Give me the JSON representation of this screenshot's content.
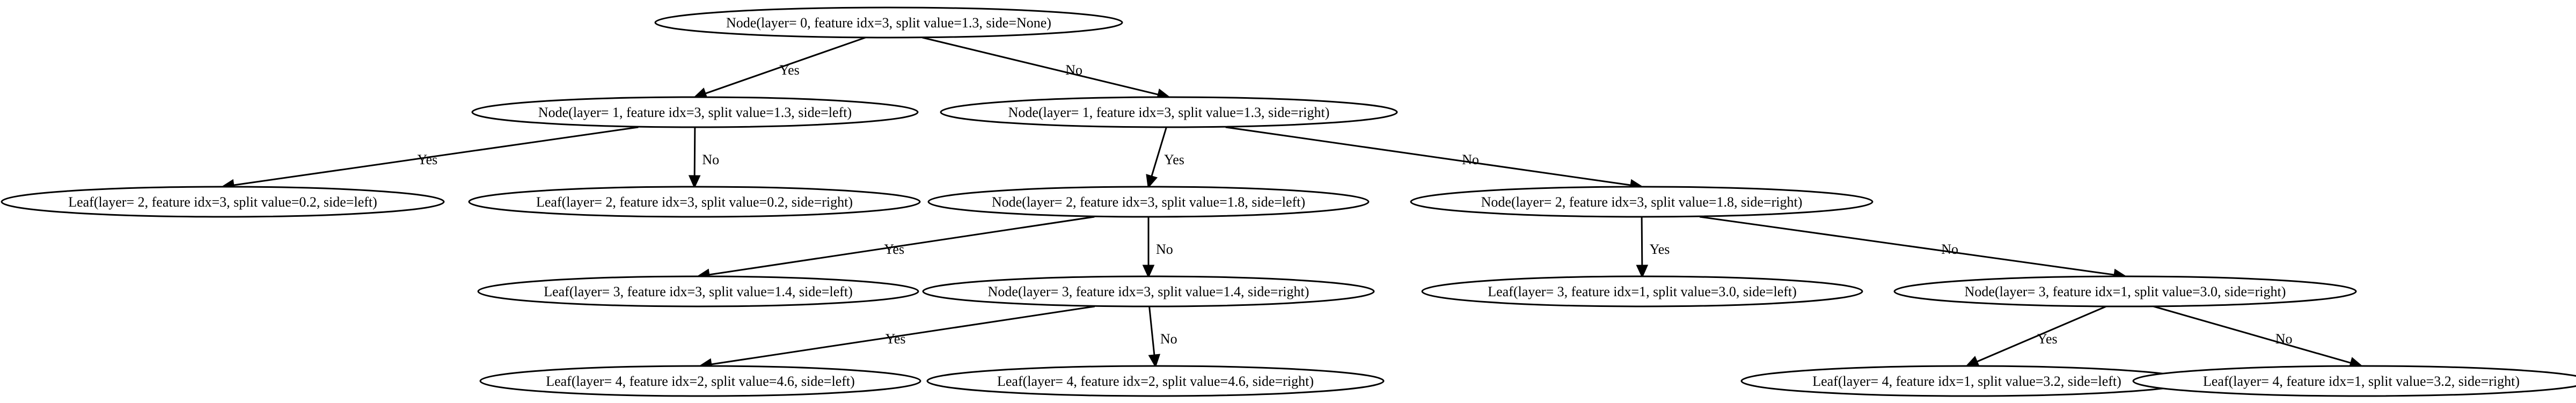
{
  "tree": {
    "nodes": [
      {
        "id": "n0",
        "label": "Node(layer= 0, feature idx=3, split value=1.3, side=None)"
      },
      {
        "id": "n1",
        "label": "Node(layer= 1, feature idx=3, split value=1.3, side=left)"
      },
      {
        "id": "n2",
        "label": "Node(layer= 1, feature idx=3, split value=1.3, side=right)"
      },
      {
        "id": "n3",
        "label": "Leaf(layer= 2, feature idx=3, split value=0.2, side=left)"
      },
      {
        "id": "n4",
        "label": "Leaf(layer= 2, feature idx=3, split value=0.2, side=right)"
      },
      {
        "id": "n5",
        "label": "Node(layer= 2, feature idx=3, split value=1.8, side=left)"
      },
      {
        "id": "n6",
        "label": "Node(layer= 2, feature idx=3, split value=1.8, side=right)"
      },
      {
        "id": "n7",
        "label": "Leaf(layer= 3, feature idx=3, split value=1.4, side=left)"
      },
      {
        "id": "n8",
        "label": "Node(layer= 3, feature idx=3, split value=1.4, side=right)"
      },
      {
        "id": "n9",
        "label": "Leaf(layer= 3, feature idx=1, split value=3.0, side=left)"
      },
      {
        "id": "n10",
        "label": "Node(layer= 3, feature idx=1, split value=3.0, side=right)"
      },
      {
        "id": "n11",
        "label": "Leaf(layer= 4, feature idx=2, split value=4.6, side=left)"
      },
      {
        "id": "n12",
        "label": "Leaf(layer= 4, feature idx=2, split value=4.6, side=right)"
      },
      {
        "id": "n13",
        "label": "Leaf(layer= 4, feature idx=1, split value=3.2, side=left)"
      },
      {
        "id": "n14",
        "label": "Leaf(layer= 4, feature idx=1, split value=3.2, side=right)"
      }
    ],
    "edges": [
      {
        "from": "n0",
        "to": "n1",
        "label": "Yes"
      },
      {
        "from": "n0",
        "to": "n2",
        "label": "No"
      },
      {
        "from": "n1",
        "to": "n3",
        "label": "Yes"
      },
      {
        "from": "n1",
        "to": "n4",
        "label": "No"
      },
      {
        "from": "n2",
        "to": "n5",
        "label": "Yes"
      },
      {
        "from": "n2",
        "to": "n6",
        "label": "No"
      },
      {
        "from": "n5",
        "to": "n7",
        "label": "Yes"
      },
      {
        "from": "n5",
        "to": "n8",
        "label": "No"
      },
      {
        "from": "n6",
        "to": "n9",
        "label": "Yes"
      },
      {
        "from": "n6",
        "to": "n10",
        "label": "No"
      },
      {
        "from": "n8",
        "to": "n11",
        "label": "Yes"
      },
      {
        "from": "n8",
        "to": "n12",
        "label": "No"
      },
      {
        "from": "n10",
        "to": "n13",
        "label": "Yes"
      },
      {
        "from": "n10",
        "to": "n14",
        "label": "No"
      }
    ]
  }
}
